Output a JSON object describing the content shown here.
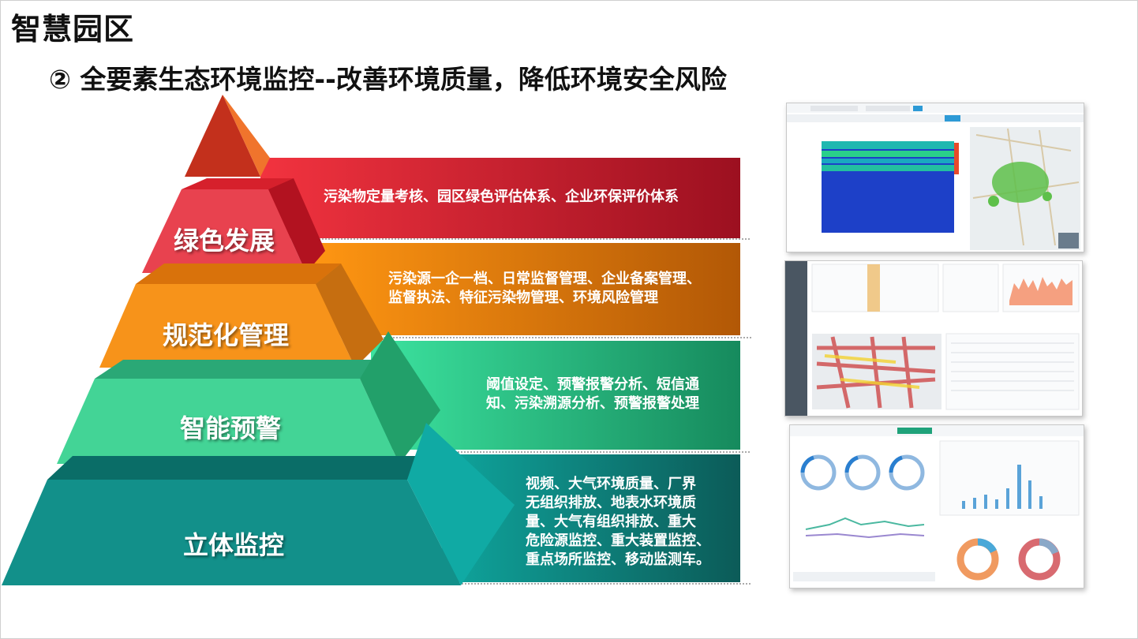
{
  "title": "智慧园区",
  "subtitle": "② 全要素生态环境监控--改善环境质量，降低环境安全风险",
  "tiers": [
    {
      "label": "绿色发展",
      "desc": [
        "污染物定量考核、园区绿色评估体系、企业环保评价体系"
      ]
    },
    {
      "label": "规范化管理",
      "desc": [
        "污染源一企一档、日常监督管理、企业备案管理、",
        "监督执法、特征污染物管理、环境风险管理"
      ]
    },
    {
      "label": "智能预警",
      "desc": [
        "阈值设定、预警报警分析、短信通",
        "知、污染溯源分析、预警报警处理"
      ]
    },
    {
      "label": "立体监控",
      "desc": [
        "视频、大气环境质量、厂界",
        "无组织排放、地表水环境质",
        "量、大气有组织排放、重大",
        "危险源监控、重大装置监控、",
        "重点场所监控、移动监测车。"
      ]
    }
  ],
  "colors": {
    "red": "#e8303c",
    "orange": "#f28a14",
    "green": "#3fcf93",
    "teal": "#0f8c84"
  }
}
